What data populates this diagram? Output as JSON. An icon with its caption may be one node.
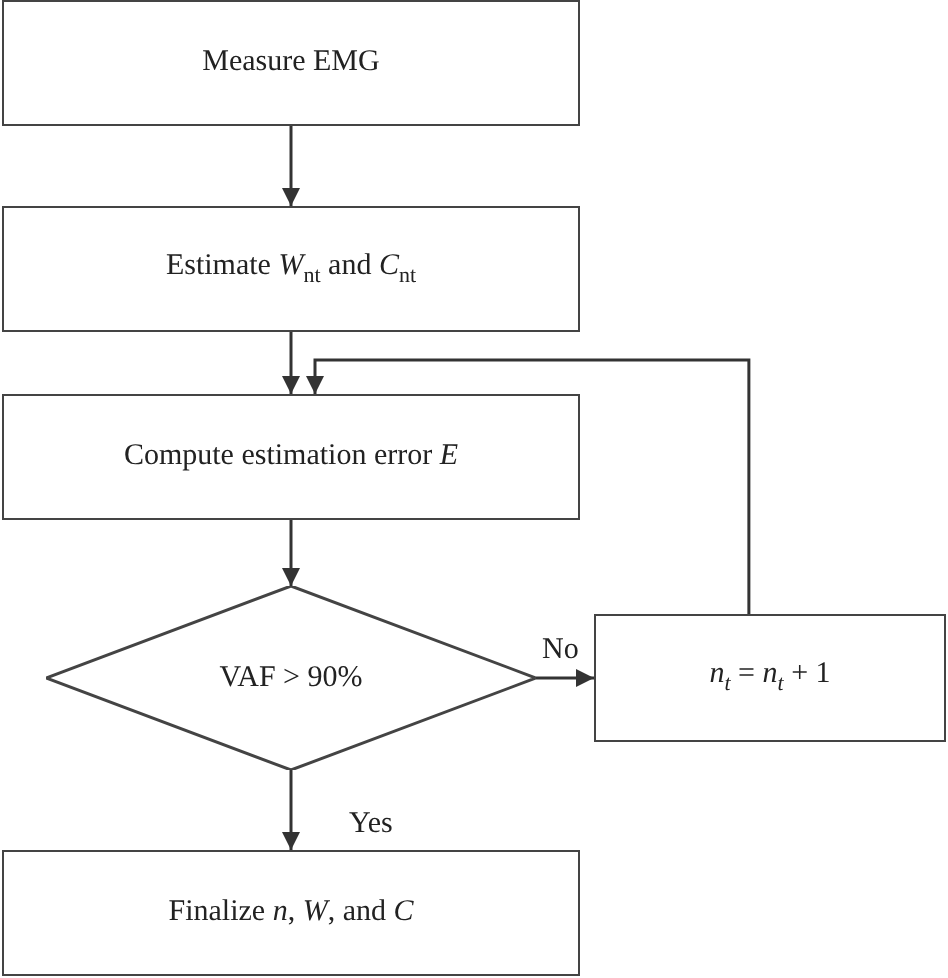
{
  "diagram": {
    "nodes": [
      {
        "text": [
          "Measure EMG"
        ]
      },
      {
        "text": [
          "Estimate *W*$_{nt}$ and *C*$_{nt}$"
        ]
      },
      {
        "text": [
          "Compute estimation error *E*"
        ]
      },
      {
        "text": [
          "VAF > 90%"
        ]
      },
      {
        "text": [
          "*n*$_{t}$ = *n*$_{t}$ + 1"
        ]
      },
      {
        "text": [
          "Finalize *n*, *W*, and *C*"
        ]
      }
    ],
    "edges": [
      {
        "from": 0,
        "to": 1,
        "arrow": "to"
      },
      {
        "from": 1,
        "to": 2,
        "arrow": "to"
      },
      {
        "from": 2,
        "to": 3,
        "arrow": "to"
      },
      {
        "from": 3,
        "to": 4,
        "arrow": "to",
        "label": "No"
      },
      {
        "from": 4,
        "to": 2,
        "arrow": "to"
      },
      {
        "from": 3,
        "to": 5,
        "arrow": "to",
        "label": "Yes"
      }
    ]
  }
}
